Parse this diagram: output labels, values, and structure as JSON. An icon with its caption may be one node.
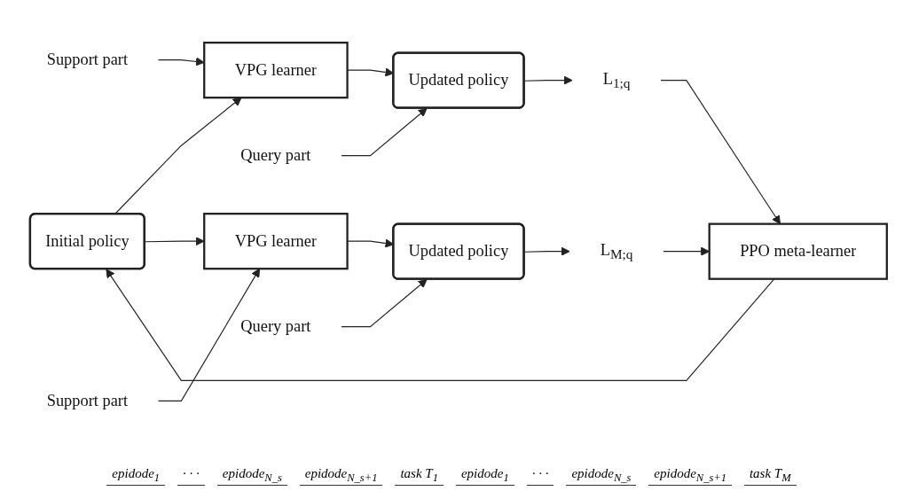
{
  "diagram": {
    "nodes": [
      {
        "text": [
          "Initial policy"
        ]
      },
      {
        "text": [
          "PPO meta-learner"
        ]
      },
      {
        "text": [
          "Support part"
        ]
      },
      {
        "text": [
          "VPG learner"
        ]
      },
      {
        "text": [
          "Updated policy"
        ]
      },
      {
        "text": [
          "Query part"
        ]
      },
      {
        "text": [
          "L$_{1;q}$"
        ]
      },
      {
        "text": [
          "Support part"
        ]
      },
      {
        "text": [
          "VPG learner"
        ]
      },
      {
        "text": [
          "Updated policy"
        ]
      },
      {
        "text": [
          "Query part"
        ]
      },
      {
        "text": [
          "L$_{M;q}$"
        ]
      }
    ],
    "edges": [
      {
        "from": 1,
        "to": 0,
        "arrow": "to"
      },
      {
        "from": 0,
        "to": 3,
        "arrow": "to"
      },
      {
        "from": 0,
        "to": 8,
        "arrow": "to"
      },
      {
        "from": 2,
        "to": 3,
        "arrow": "to"
      },
      {
        "from": 3,
        "to": 4,
        "arrow": "to"
      },
      {
        "from": 5,
        "to": 4,
        "arrow": "to"
      },
      {
        "from": 4,
        "to": 6,
        "arrow": "to"
      },
      {
        "from": 7,
        "to": 8,
        "arrow": "to"
      },
      {
        "from": 8,
        "to": 9,
        "arrow": "to"
      },
      {
        "from": 10,
        "to": 9,
        "arrow": "to"
      },
      {
        "from": 9,
        "to": 11,
        "arrow": "to"
      },
      {
        "from": 6,
        "to": 1,
        "arrow": "to"
      },
      {
        "from": 11,
        "to": 1,
        "arrow": "to"
      }
    ],
    "labels": [
      "epidode$_{1}$",
      "· · ·",
      "epidode$_{N_s}$",
      "epidode$_{N_s+1}$",
      "task T$_{1}$",
      "epidode$_{1}$",
      "· · ·",
      "epidode$_{N_s}$",
      "epidode$_{N_s+1}$",
      "task T$_{M}$"
    ]
  }
}
